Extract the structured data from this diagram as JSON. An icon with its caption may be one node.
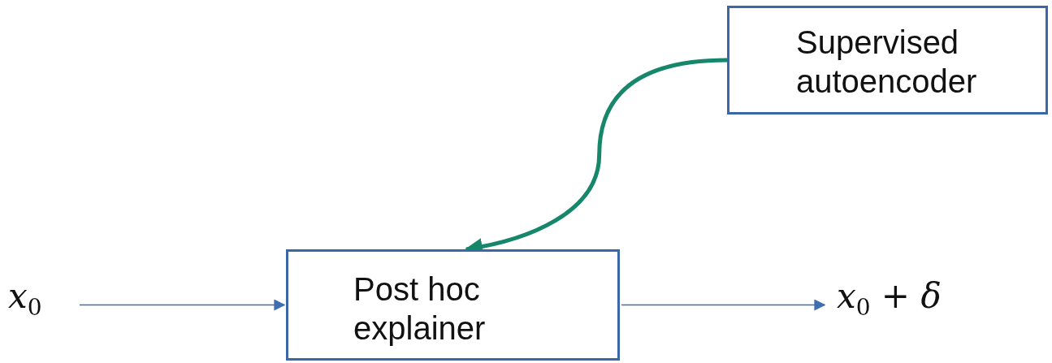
{
  "diagram": {
    "nodes": [
      {
        "text": [
          "Supervised autoencoder"
        ]
      },
      {
        "text": [
          "Post hoc explainer"
        ]
      },
      {
        "text": [
          "x$_{0}$"
        ]
      },
      {
        "text": [
          "x$_{0}$ + δ"
        ]
      }
    ],
    "edges": [
      {
        "from": 0,
        "to": 1,
        "arrow": "to",
        "style": "thick",
        "color": "#16876a"
      },
      {
        "from": 2,
        "to": 1,
        "arrow": "to"
      },
      {
        "from": 1,
        "to": 3,
        "arrow": "to"
      }
    ]
  }
}
